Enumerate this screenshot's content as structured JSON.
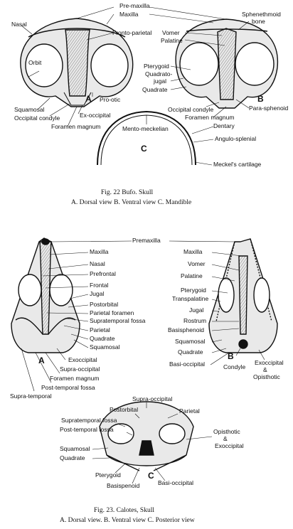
{
  "fig22": {
    "labels": {
      "pre_maxilla": "Pre-maxilla",
      "maxilla": "Maxilla",
      "nasal": "Nasal",
      "fronto_parietal": "Fronto-parietal",
      "orbit": "Orbit",
      "squamosal": "Squamosal",
      "occipital_condyle_a": "Occipital condyle",
      "foramen_magnum_a": "Foramen magnum",
      "ex_occipital": "Ex-occipital",
      "pro_otic": "Pro-otic",
      "view_a": "A",
      "sphenethmoid": "Sphenethmoid",
      "sphenethmoid_2": "bone",
      "vomer": "Vomer",
      "palatine": "Palatine",
      "pterygoid": "Pterygoid",
      "quadratojugal_1": "Quadrato-",
      "quadratojugal_2": "jugal",
      "quadrate": "Quadrate",
      "occipital_condyle_b": "Occipital condyle",
      "foramen_magnum_b": "Foramen magnum",
      "dentary": "Dentary",
      "para_sphenoid": "Para-sphenoid",
      "view_b": "B",
      "angulo_splenial": "Angulo-splenial",
      "mento_meckelian": "Mento-meckelian",
      "view_c": "C",
      "meckels_cartilage": "Meckel's cartilage"
    },
    "caption_title": "Fig. 22 Bufo.    Skull",
    "caption_views": "A. Dorsal view   B. Ventral view   C. Mandible"
  },
  "fig23": {
    "labels": {
      "premaxilla": "Premaxilla",
      "maxilla_a": "Maxilla",
      "nasal": "Nasal",
      "prefrontal": "Prefrontal",
      "frontal": "Frontal",
      "jugal_a": "Jugal",
      "postorbital_a": "Postorbital",
      "parietal_foramen": "Parietal foramen",
      "supratemporal_fossa_a": "Supratemporal fossa",
      "parietal_a": "Parietal",
      "quadrate_a": "Quadrate",
      "squamosal_a": "Squamosal",
      "exoccipital": "Exoccipital",
      "supra_occipital_a": "Supra-occipital",
      "foramen_magnum": "Foramen magnum",
      "post_temporal_fossa_a": "Post-temporal fossa",
      "supra_temporal": "Supra-temporal",
      "view_a": "A",
      "maxilla_b": "Maxilla",
      "vomer": "Vomer",
      "palatine": "Palatine",
      "pterygoid_b": "Pterygoid",
      "transpalatine": "Transpalatine",
      "jugal_b": "Jugal",
      "rostrum": "Rostrum",
      "basisphenoid": "Basisphenoid",
      "squamosal_b": "Squamosal",
      "quadrate_b": "Quadrate",
      "basi_occipital_b": "Basi-occipital",
      "condyle": "Condyle",
      "exoccipital_opisthotic_1": "Exoccipital",
      "exoccipital_opisthotic_2": "&",
      "exoccipital_opisthotic_3": "Opisthotic",
      "view_b": "B",
      "supra_occipital_c": "Supra-occipital",
      "postorbital_c": "Postorbital",
      "parietal_c": "Parietal",
      "supratemporal_fossa_c": "Supratemporal fossa",
      "post_temporal_fossa_c": "Post-temporal fossa",
      "opisthotic_1": "Opisthotic",
      "opisthotic_2": "&",
      "opisthotic_3": "Exoccipital",
      "squamosal_c": "Squamosal",
      "quadrate_c": "Quadrate",
      "pterygoid_c": "Pterygoid",
      "basisphenoid_c": "Basispenoid",
      "basi_occipital_c": "Basi-occipital",
      "view_c": "C"
    },
    "caption_title": "Fig. 23. Calotes,    Skull",
    "caption_views": "A. Dorsal view.   B. Ventral view   C. Posterior view"
  }
}
